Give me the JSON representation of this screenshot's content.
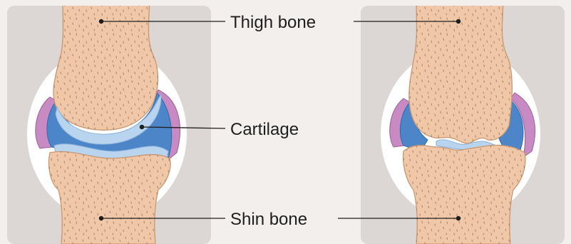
{
  "labels": {
    "thigh": "Thigh bone",
    "cartilage": "Cartilage",
    "shin": "Shin bone"
  },
  "colors": {
    "background": "#f3efec",
    "panel": "#dcd7d4",
    "capsule": "#ffffff",
    "bone": "#f0c8a8",
    "bone_outline": "#c9966f",
    "bone_texture": "#6b5a4e",
    "cartilage_dark": "#4d86c8",
    "cartilage_light": "#b9d4ee",
    "synovium": "#c88ac2",
    "leader": "#1e1e1e",
    "text": "#1e1e1e"
  },
  "panels": [
    "healthy-knee",
    "worn-knee"
  ]
}
